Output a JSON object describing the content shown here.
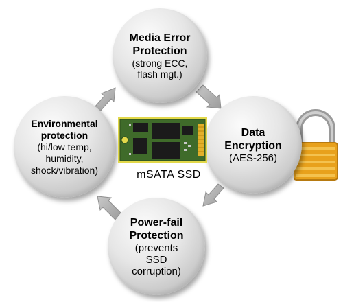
{
  "diagram": {
    "center_label": "mSATA  SSD",
    "nodes": [
      {
        "id": "media-error",
        "title": "Media Error\nProtection",
        "desc": "(strong ECC,\nflash mgt.)"
      },
      {
        "id": "data-encryption",
        "title": "Data\nEncryption",
        "desc": "(AES-256)"
      },
      {
        "id": "power-fail",
        "title": "Power-fail\nProtection",
        "desc": "(prevents\nSSD\ncorruption)"
      },
      {
        "id": "environmental",
        "title": "Environmental\nprotection",
        "desc": "(hi/low temp,\nhumidity,\nshock/vibration)"
      }
    ],
    "icons": [
      "ssd-board-icon",
      "padlock-icon",
      "cycle-arrow-icon"
    ],
    "colors": {
      "node_fill": "#d9d9d9",
      "arrow": "#a8a8a8",
      "pcb": "#3f6b2a",
      "chip": "#1b1b1b",
      "gold": "#e3b02a",
      "lock_body": "#e8a11c",
      "lock_shackle": "#9a9a9a"
    }
  }
}
